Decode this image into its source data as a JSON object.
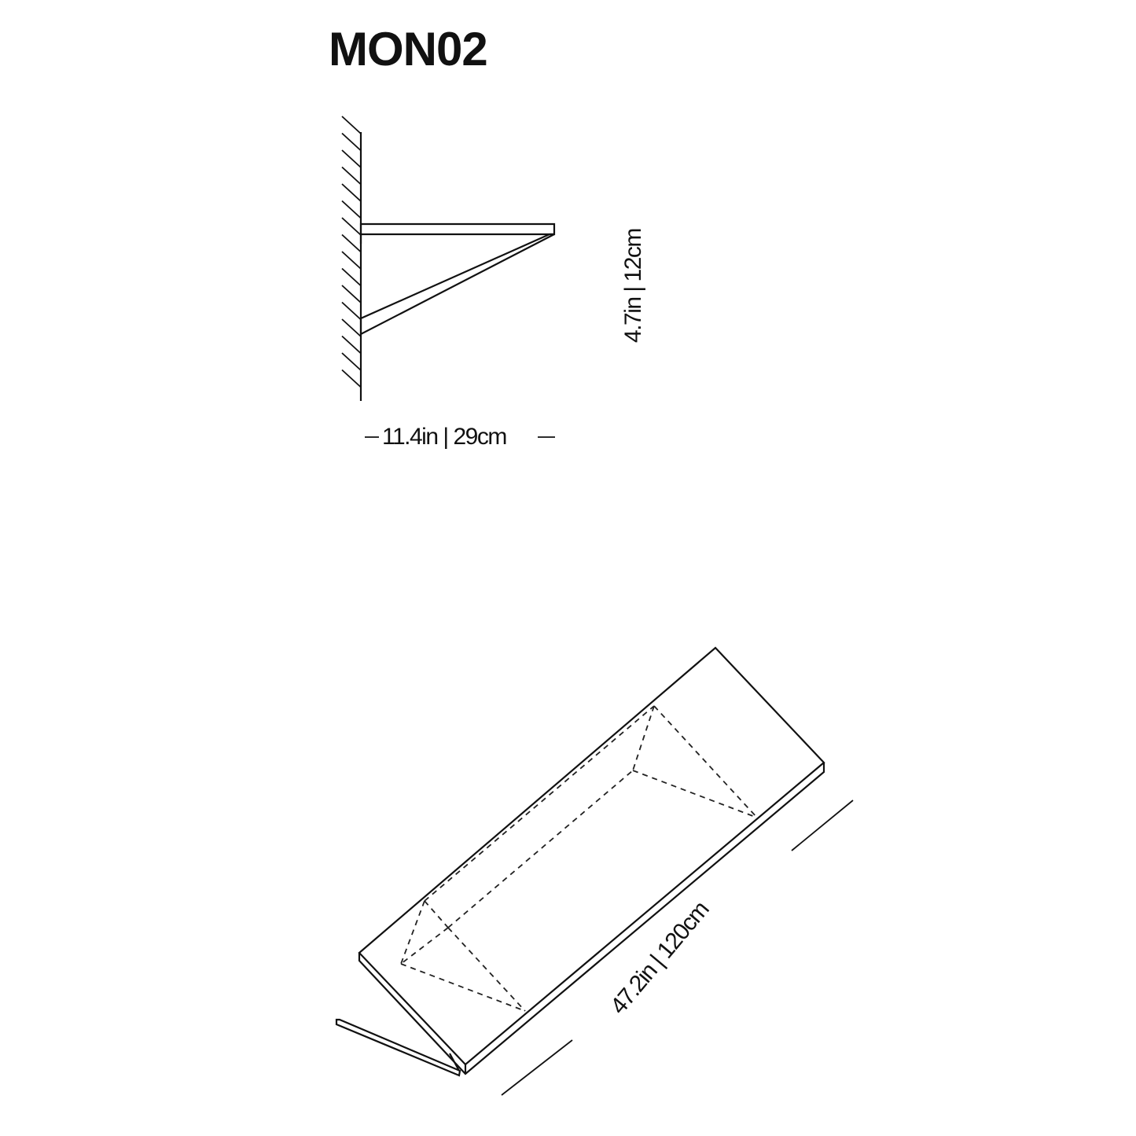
{
  "title": "MON02",
  "side_view": {
    "height_label": "4.7in | 12cm",
    "depth_label": "11.4in | 29cm"
  },
  "perspective_view": {
    "length_label": "47.2in | 120cm"
  }
}
